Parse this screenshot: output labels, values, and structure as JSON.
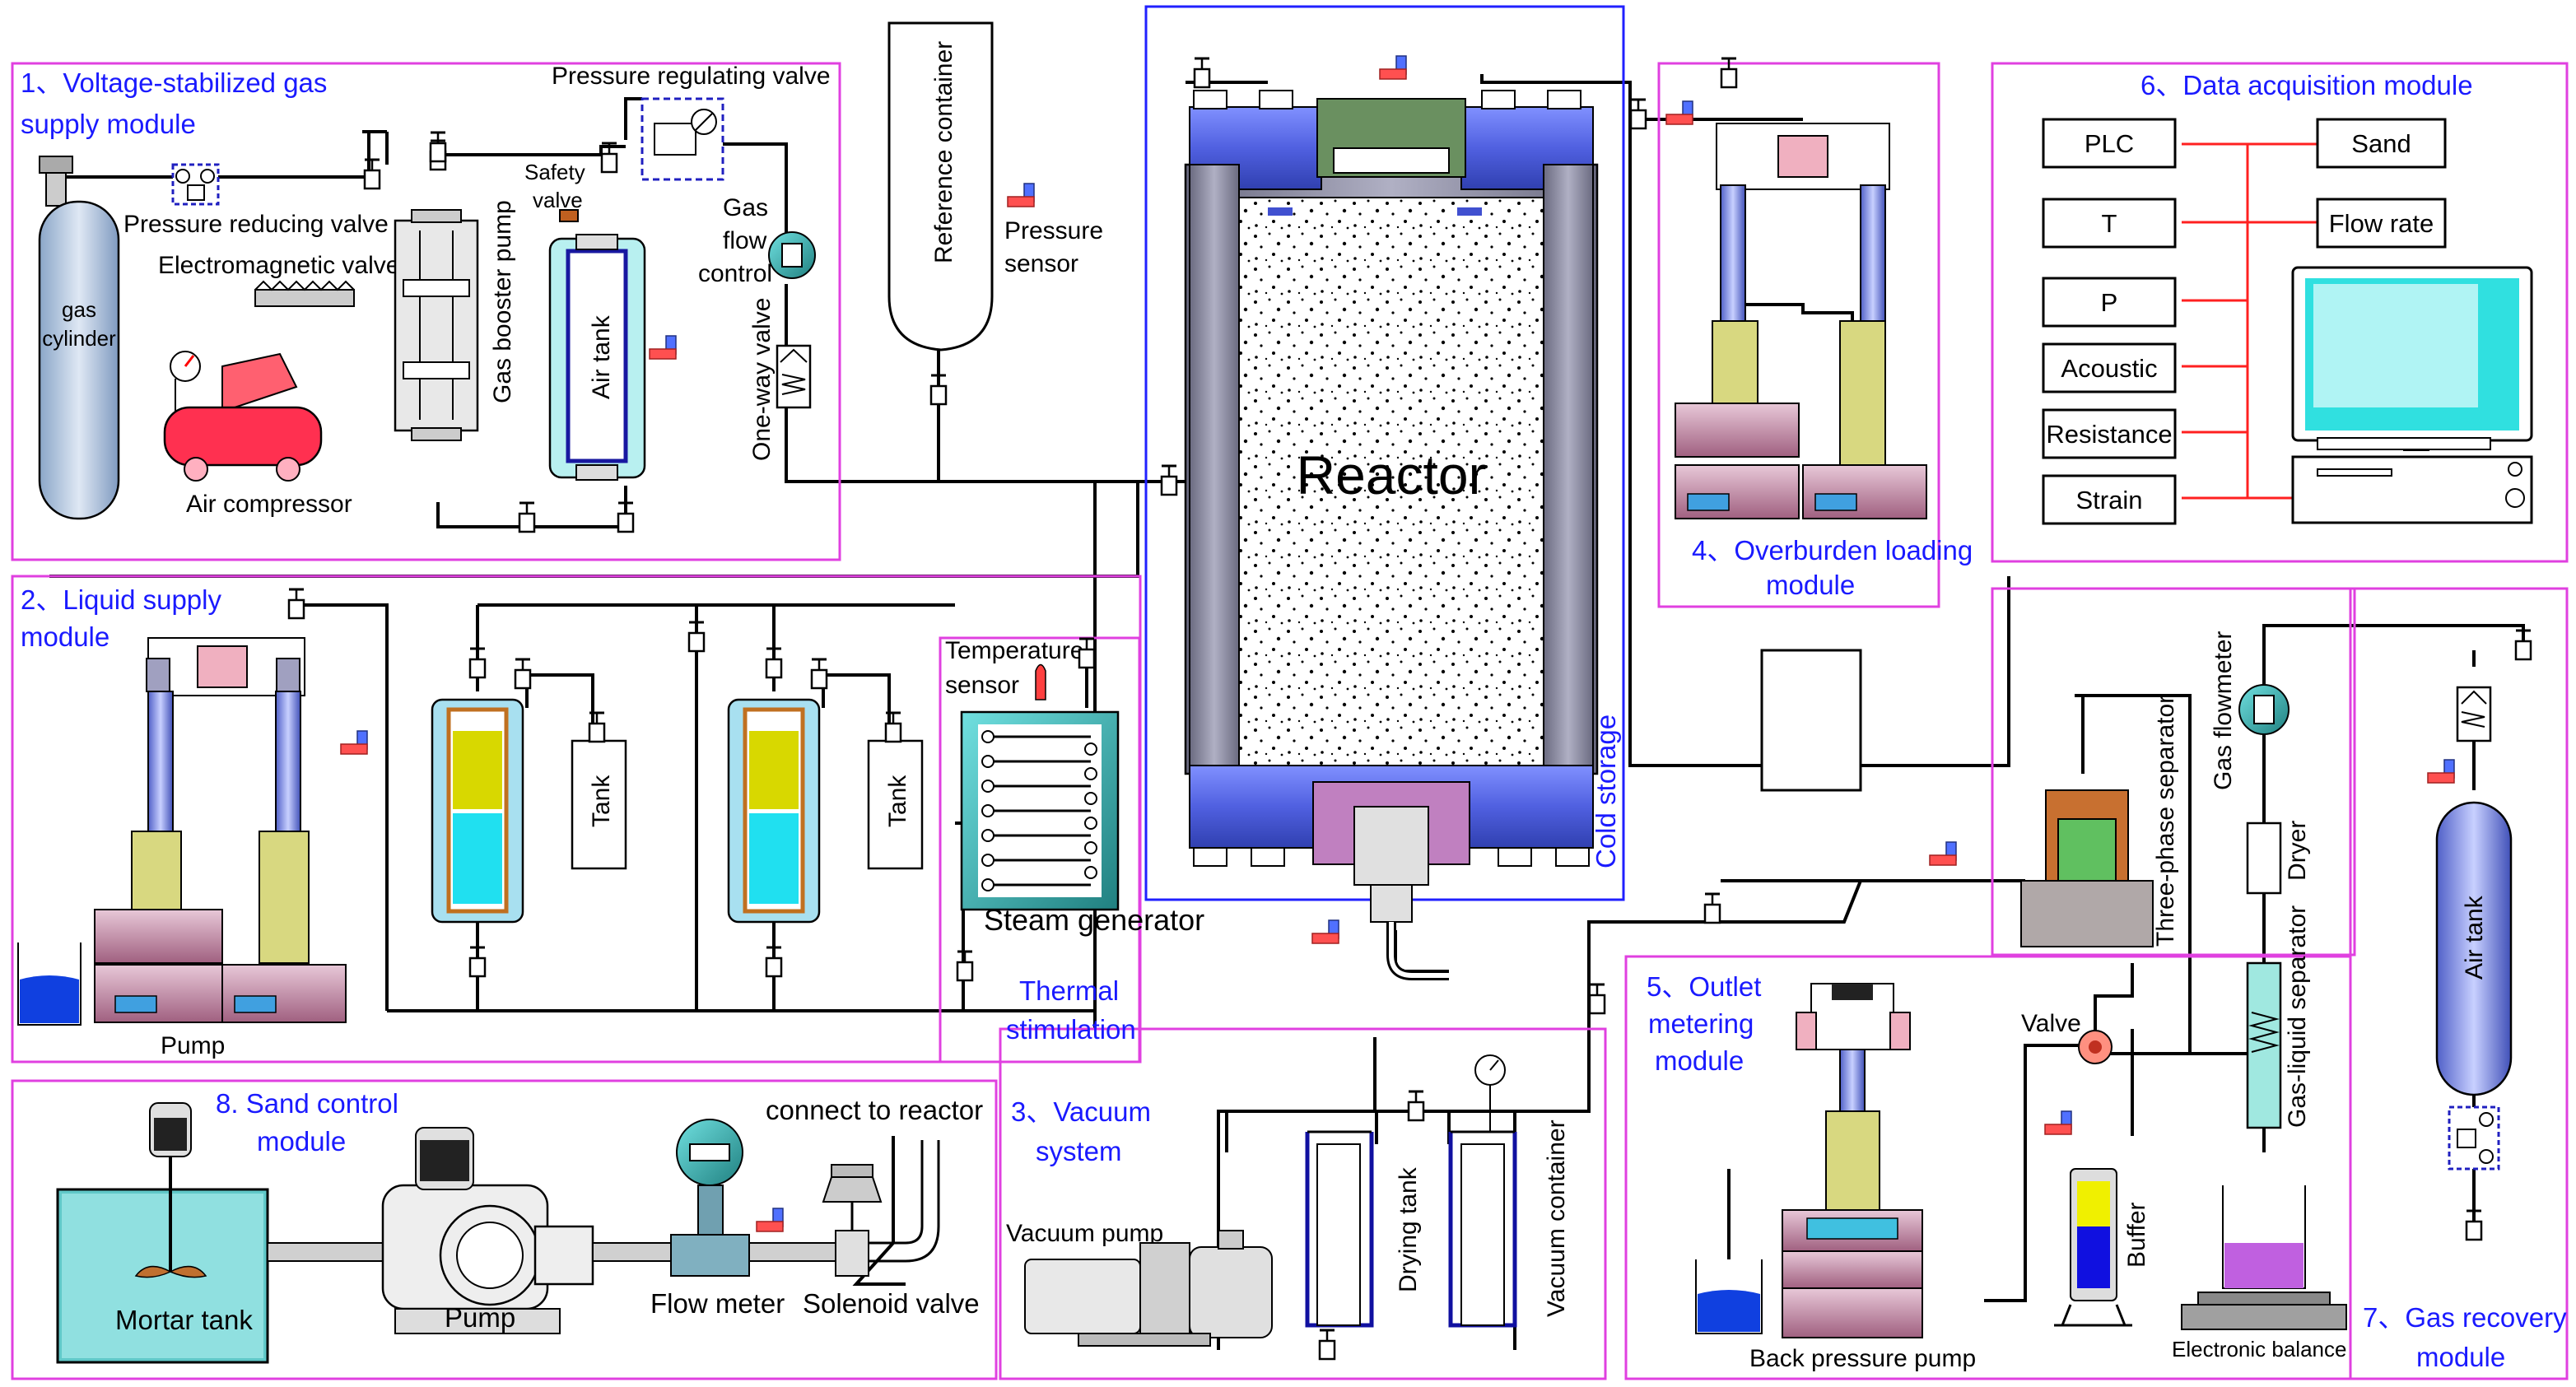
{
  "modules": {
    "m1": {
      "line1": "1、Voltage-stabilized gas",
      "line2": "supply module"
    },
    "m2": {
      "line1": "2、Liquid supply",
      "line2": "module"
    },
    "m3": {
      "line1": "3、Vacuum",
      "line2": "system"
    },
    "m4": {
      "line1": "4、Overburden loading",
      "line2": "module"
    },
    "m5": {
      "line1": "5、Outlet",
      "line2": "metering",
      "line3": "module"
    },
    "m6": {
      "line1": "6、Data acquisition  module"
    },
    "m7": {
      "line1": "7、Gas recovery",
      "line2": "module"
    },
    "m8": {
      "line1": "8. Sand control",
      "line2": "module"
    },
    "thermal": {
      "line1": "Thermal",
      "line2": "stimulation"
    },
    "cold": {
      "line1": "Cold storage"
    }
  },
  "labels": {
    "gas_cylinder": {
      "line1": "gas",
      "line2": "cylinder"
    },
    "pressure_reducing_valve": "Pressure reducing valve",
    "electromagnetic_valve": "Electromagnetic valve",
    "air_compressor": "Air compressor",
    "gas_booster_pump": "Gas booster pump",
    "pressure_regulating_valve": "Pressure regulating valve",
    "safety_valve": {
      "line1": "Safety",
      "line2": "valve"
    },
    "air_tank_1": "Air tank",
    "gas_flow_control": {
      "line1": "Gas",
      "line2": "flow",
      "line3": "control"
    },
    "one_way_valve": "One-way valve",
    "reference_container": "Reference container",
    "pressure_sensor": {
      "line1": "Pressure",
      "line2": "sensor"
    },
    "reactor": "Reactor",
    "pump_2": "Pump",
    "tank_a": "Tank",
    "tank_b": "Tank",
    "temperature_sensor": {
      "line1": "Temperature",
      "line2": "sensor"
    },
    "steam_generator": "Steam generator",
    "mortar_tank": "Mortar tank",
    "pump_8": "Pump",
    "flow_meter": "Flow meter",
    "solenoid_valve": "Solenoid valve",
    "connect_to_reactor": "connect to reactor",
    "vacuum_pump": "Vacuum pump",
    "drying_tank": "Drying tank",
    "vacuum_container": "Vacuum container",
    "back_pressure_pump": "Back pressure pump",
    "valve": "Valve",
    "buffer": "Buffer",
    "three_phase_separator": "Three-phase separator",
    "gas_flowmeter": "Gas flowmeter",
    "dryer": "Dryer",
    "gas_liquid_separator": "Gas-liquid separator",
    "electronic_balance": "Electronic balance",
    "air_tank_7": "Air tank"
  },
  "daq": {
    "left": [
      "PLC",
      "T",
      "P",
      "Acoustic",
      "Resistance",
      "Strain"
    ],
    "right": [
      "Sand",
      "Flow rate"
    ]
  },
  "colors": {
    "module_border": "#e040e0",
    "module_text": "#1a1aff",
    "reactor_border": "#2020ff",
    "pipe": "#000000",
    "signal_line": "#ff2020"
  }
}
